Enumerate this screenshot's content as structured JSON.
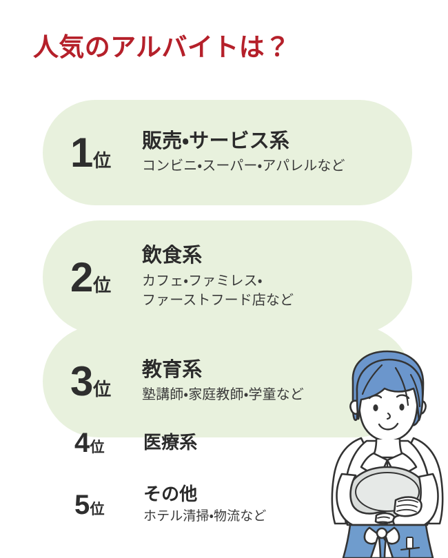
{
  "title": "人気のアルバイトは？",
  "colors": {
    "title_red": "#b5202a",
    "pill_green": "#e8f1dd",
    "text_dark": "#2e2e2e",
    "hair_blue": "#6b96cc",
    "apron_blue": "#6f9ccd",
    "plate_gray": "#d9dcda",
    "outline": "#333333",
    "background": "#ffffff"
  },
  "rank_unit_label": "位",
  "rankings": [
    {
      "rank": "1",
      "unit": "位",
      "category": "販売・サービス系",
      "examples": [
        "コンビニ・スーパー・アパレルなど"
      ],
      "highlighted": true
    },
    {
      "rank": "2",
      "unit": "位",
      "category": "飲食系",
      "examples": [
        "カフェ・ファミレス・",
        "ファーストフード店など"
      ],
      "highlighted": true
    },
    {
      "rank": "3",
      "unit": "位",
      "category": "教育系",
      "examples": [
        "塾講師・家庭教師・学童など"
      ],
      "highlighted": true
    },
    {
      "rank": "4",
      "unit": "位",
      "category": "医療系",
      "examples": [],
      "highlighted": false
    },
    {
      "rank": "5",
      "unit": "位",
      "category": "その他",
      "examples": [
        "ホテル清掃・物流など"
      ],
      "highlighted": false
    }
  ],
  "illustration": {
    "name": "waitress-holding-plates-illustration",
    "description": "女性スタッフ・皿を抱える"
  }
}
